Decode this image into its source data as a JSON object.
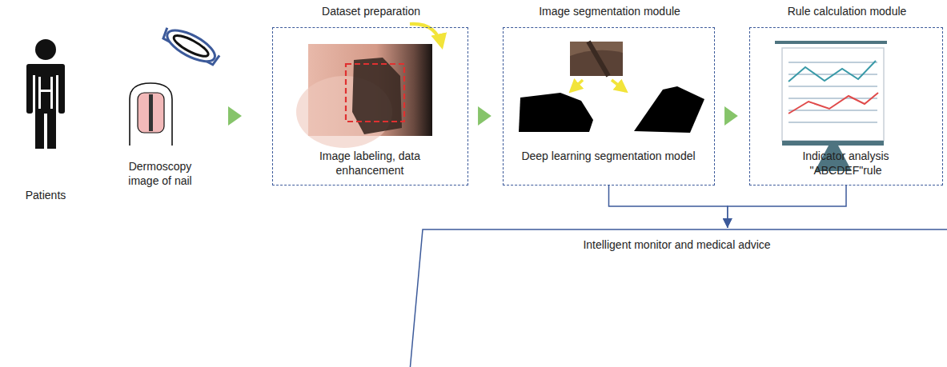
{
  "diagram": {
    "nodes": [
      {
        "text": [
          "Dataset preparation",
          "Image labeling, data enhancement"
        ]
      },
      {
        "text": [
          "Image segmentation module",
          "Deep learning segmentation model"
        ]
      },
      {
        "text": [
          "Rule calculation module",
          "Indicator analysis \"ABCDEF\"rule"
        ]
      },
      {
        "text": [
          "Intelligent monitor and medical advice"
        ]
      }
    ],
    "edges": [
      {
        "from": 0,
        "to": 1,
        "arrow": "to"
      },
      {
        "from": 1,
        "to": 2,
        "arrow": "to"
      },
      {
        "from": 1,
        "to": 3,
        "arrow": "to"
      },
      {
        "from": 2,
        "to": 3,
        "arrow": "to"
      }
    ],
    "labels": [
      "Patients",
      "Dermoscopy image of nail"
    ]
  }
}
